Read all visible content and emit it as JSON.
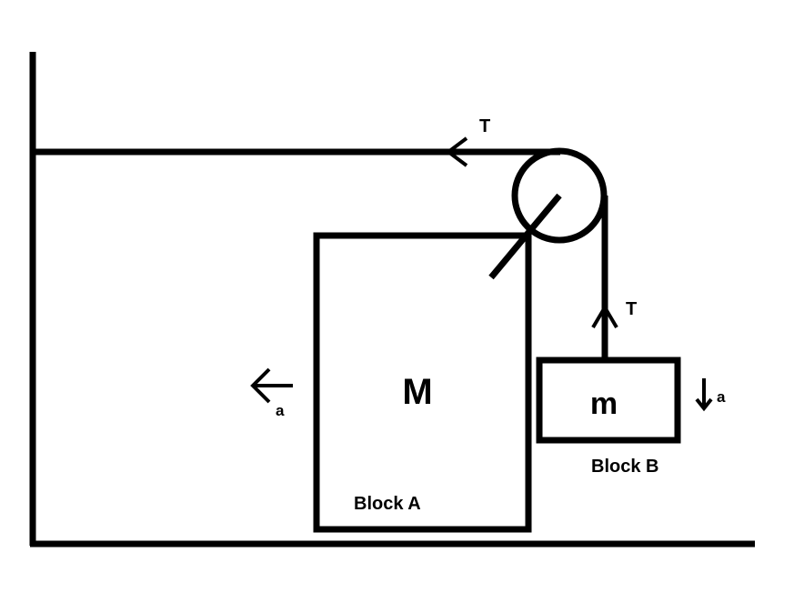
{
  "blocks": {
    "a": {
      "mass_symbol": "M",
      "name": "Block A"
    },
    "b": {
      "mass_symbol": "m",
      "name": "Block B"
    }
  },
  "forces": {
    "tension_horizontal": "T",
    "tension_vertical": "T"
  },
  "accelerations": {
    "block_a": "a",
    "block_b": "a"
  },
  "colors": {
    "stroke": "#000000",
    "background": "#ffffff"
  }
}
